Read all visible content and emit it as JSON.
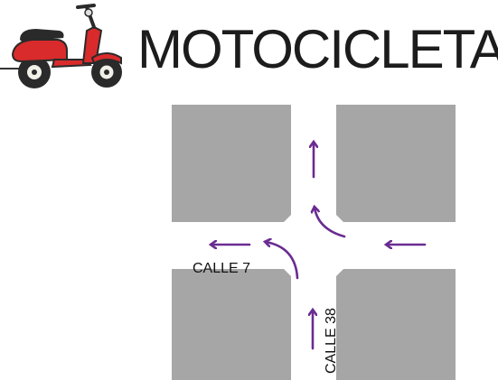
{
  "header": {
    "title": "MOTOCICLETA",
    "icon": "scooter-icon"
  },
  "map": {
    "streets": {
      "horizontal_name": "CALLE 7",
      "vertical_name": "CALLE 38"
    },
    "colors": {
      "block": "#a6a6a6",
      "arrow": "#6a2c91",
      "scooter_body": "#d92b2b",
      "scooter_trim": "#2a2a2a"
    }
  }
}
